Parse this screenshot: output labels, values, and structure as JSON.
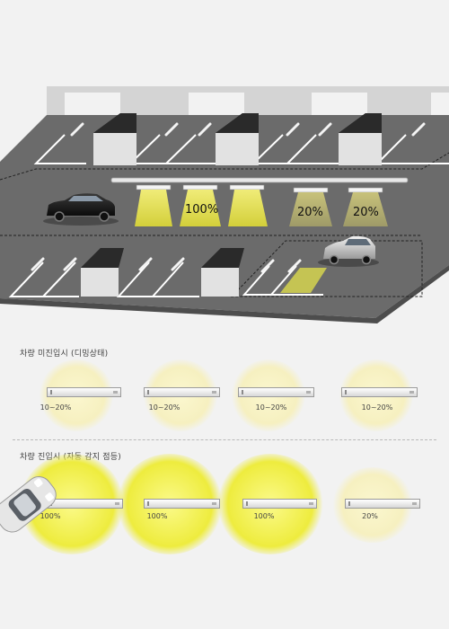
{
  "parking_scene": {
    "zone_labels": [
      "100%",
      "20%",
      "20%"
    ]
  },
  "dimming_section": {
    "title": "차량 미진입시 (디밍상태)",
    "lamps": [
      {
        "label": "10~20%"
      },
      {
        "label": "10~20%"
      },
      {
        "label": "10~20%"
      },
      {
        "label": "10~20%"
      }
    ]
  },
  "entry_section": {
    "title": "차량 진입시 (자동 감지 점등)",
    "lamps": [
      {
        "label": "100%"
      },
      {
        "label": "100%"
      },
      {
        "label": "100%"
      },
      {
        "label": "20%"
      }
    ]
  },
  "colors": {
    "light_full": "#e9e83c",
    "light_dim": "#f6f2c4",
    "floor": "#6b6b6b",
    "wall": "#d9d9d9"
  }
}
